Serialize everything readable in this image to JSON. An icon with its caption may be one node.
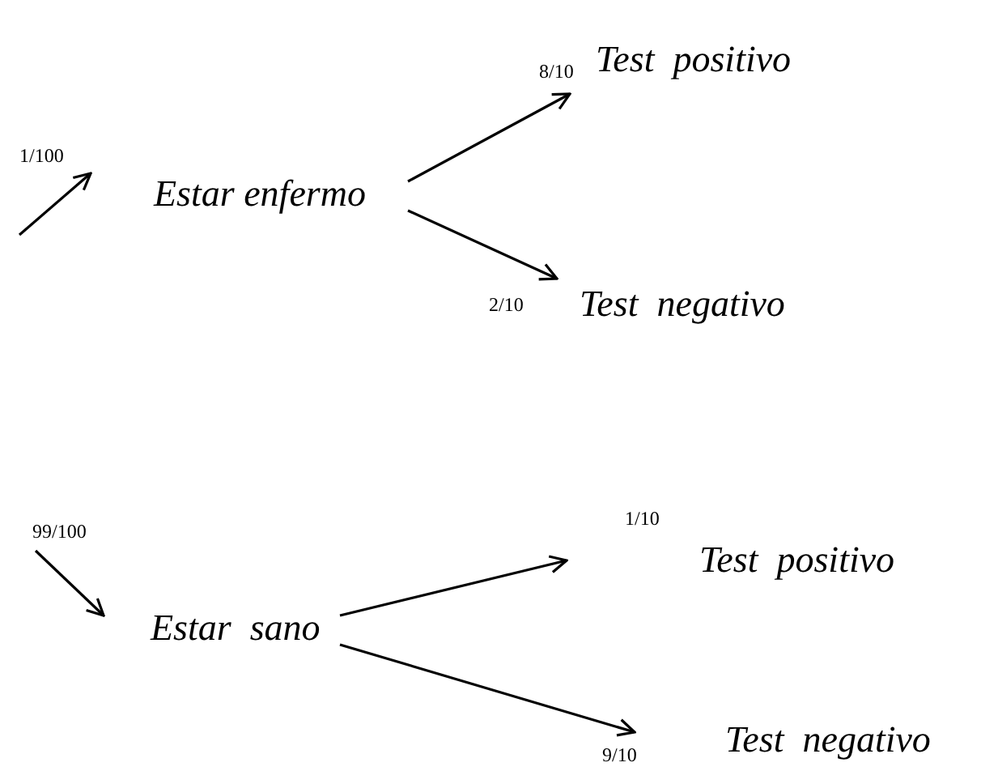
{
  "diagram": {
    "nodes": [
      {
        "text": [
          "Estar enfermo"
        ]
      },
      {
        "text": [
          "Test  positivo"
        ]
      },
      {
        "text": [
          "Test  negativo"
        ]
      },
      {
        "text": [
          "Estar  sano"
        ]
      },
      {
        "text": [
          "Test  positivo"
        ]
      },
      {
        "text": [
          "Test  negativo"
        ]
      }
    ],
    "edges": [
      {
        "from": null,
        "to": 0,
        "arrow": "to",
        "label": "1/100"
      },
      {
        "from": 0,
        "to": 1,
        "arrow": "to",
        "label": "8/10"
      },
      {
        "from": 0,
        "to": 2,
        "arrow": "to",
        "label": "2/10"
      },
      {
        "from": null,
        "to": 3,
        "arrow": "to",
        "label": "99/100"
      },
      {
        "from": 3,
        "to": 4,
        "arrow": "to",
        "label": "1/10"
      },
      {
        "from": 3,
        "to": 5,
        "arrow": "to",
        "label": "9/10"
      }
    ]
  }
}
